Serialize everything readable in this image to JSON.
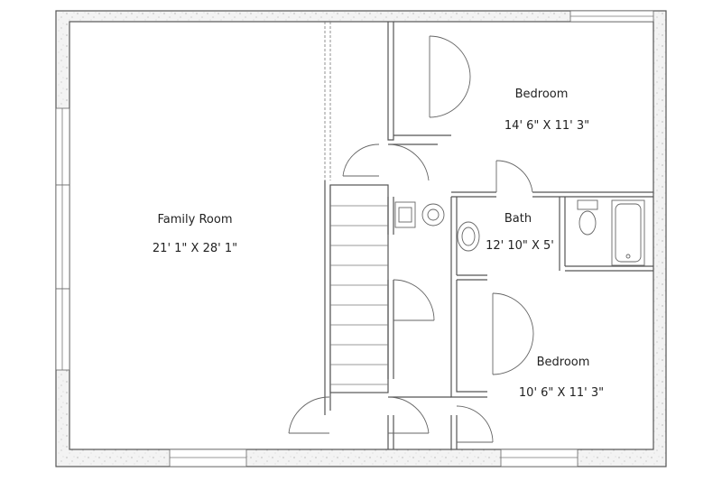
{
  "rooms": {
    "family_room": {
      "name": "Family Room",
      "dims": "21' 1\" X 28' 1\""
    },
    "bedroom_top": {
      "name": "Bedroom",
      "dims": "14' 6\" X 11' 3\""
    },
    "bath": {
      "name": "Bath",
      "dims": "12' 10\" X 5'"
    },
    "bedroom_bottom": {
      "name": "Bedroom",
      "dims": "10' 6\" X 11' 3\""
    }
  },
  "colors": {
    "wall_stroke": "#555555",
    "wall_fill": "#eeeeee",
    "speckle": "#999999"
  }
}
